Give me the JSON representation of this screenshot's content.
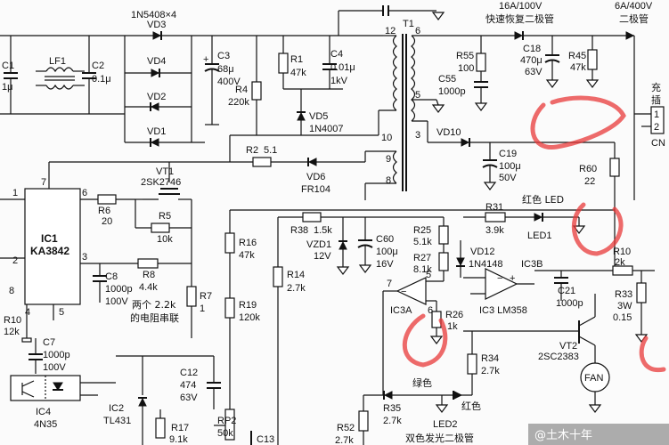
{
  "schematic": {
    "lf1": "LF1",
    "c1": "C1",
    "c1_val": "1μ",
    "c2": "C2",
    "c2_val": "0.1μ",
    "bridge": "1N5408×4",
    "vd1": "VD1",
    "vd2": "VD2",
    "vd3": "VD3",
    "vd4": "VD4",
    "c3": "C3",
    "c3_val": "68μ",
    "c3_volt": "400V",
    "r4": "R4",
    "r4_val": "220k",
    "r1": "R1",
    "r1_val": "47k",
    "c4": "C4",
    "c4_val": "0.01μ",
    "c4_volt": "1kV",
    "vd5": "VD5",
    "vd5_val": "1N4007",
    "t1": "T1",
    "pin12": "12",
    "pin6": "6",
    "pin5": "5",
    "pin3": "3",
    "pin10": "10",
    "pin9": "9",
    "pin8": "8",
    "fast_top": "16A/100V",
    "fast_label": "快速恢复二极管",
    "r55": "R55",
    "r55_val": "100",
    "c55": "C55",
    "c55_val": "1000p",
    "c18": "C18",
    "c18_val": "470μ",
    "c18_volt": "63V",
    "r45": "R45",
    "r45_val": "47k",
    "diode_top": "6A/400V",
    "diode_label": "二极管",
    "charge_1": "充",
    "charge_2": "插",
    "cn": "CN",
    "cn_pin1": "1",
    "cn_pin2": "2",
    "vd10": "VD10",
    "c19": "C19",
    "c19_val": "100μ",
    "c19_volt": "50V",
    "r60": "R60",
    "r60_val": "22",
    "r2": "R2",
    "r2_val": "5.1",
    "vd6": "VD6",
    "vd6_val": "FR104",
    "vt1": "VT1",
    "vt1_val": "2SK2746",
    "ic1": "IC1",
    "ic1_val": "KA3842",
    "ic1_pin1": "1",
    "ic1_pin2": "2",
    "ic1_pin3": "3",
    "ic1_pin4": "4",
    "ic1_pin5": "5",
    "ic1_pin6": "6",
    "ic1_pin7": "7",
    "ic1_pin8": "8",
    "r6": "R6",
    "r6_val": "20",
    "r5": "R5",
    "r5_val": "10k",
    "c8": "C8",
    "c8_val": "1000p",
    "c8_volt": "100V",
    "r8": "R8",
    "r8_val": "4.4k",
    "note_1": "两个 2.2k",
    "note_2": "的电阻串联",
    "r7": "R7",
    "r7_val": "1",
    "r10a": "R10",
    "r10a_val": "12k",
    "c7": "C7",
    "c7_val": "1000p",
    "c7_volt": "100V",
    "ic4": "IC4",
    "ic4_val": "4N35",
    "ic2": "IC2",
    "ic2_val": "TL431",
    "c12": "C12",
    "c12_val": "474",
    "c12_volt": "63V",
    "r17": "R17",
    "r17_val": "9.1k",
    "rp2": "RP2",
    "rp2_val": "50k",
    "c13": "C13",
    "r16": "R16",
    "r16_val": "47k",
    "r19": "R19",
    "r19_val": "120k",
    "r14": "R14",
    "r14_val": "2.7k",
    "r38": "R38",
    "r38_val": "1.5k",
    "vzd1": "VZD1",
    "vzd1_val": "12V",
    "c60": "C60",
    "c60_val": "100μ",
    "c60_volt": "16V",
    "r25": "R25",
    "r25_val": "5.1k",
    "r27": "R27",
    "r27_val": "8.1k",
    "vd12": "VD12",
    "vd12_val": "1N4148",
    "r31": "R31",
    "r31_val": "3.9k",
    "led_color": "红色 LED",
    "led1": "LED1",
    "ic3b": "IC3B",
    "ic3a": "IC3A",
    "ic3": "IC3 LM358",
    "pin7": "7",
    "pin6b": "6",
    "pin5b": "5",
    "r26": "R26",
    "r26_val": "1k",
    "c21": "C21",
    "c21_val": "1000p",
    "r10b": "R10",
    "r10b_val": "2k",
    "r33": "R33",
    "r33_val": "3W",
    "r33_val2": "0.15",
    "vt2": "VT2",
    "vt2_val": "2SC2383",
    "fan": "FAN",
    "r34": "R34",
    "r34_val": "2.7k",
    "green": "绿色",
    "red": "红色",
    "r35": "R35",
    "r35_val": "2.7k",
    "led2": "LED2",
    "led2_label": "双色发光二极管",
    "r52": "R52",
    "r52_val": "2.7k",
    "watermark": "@土木十年"
  }
}
